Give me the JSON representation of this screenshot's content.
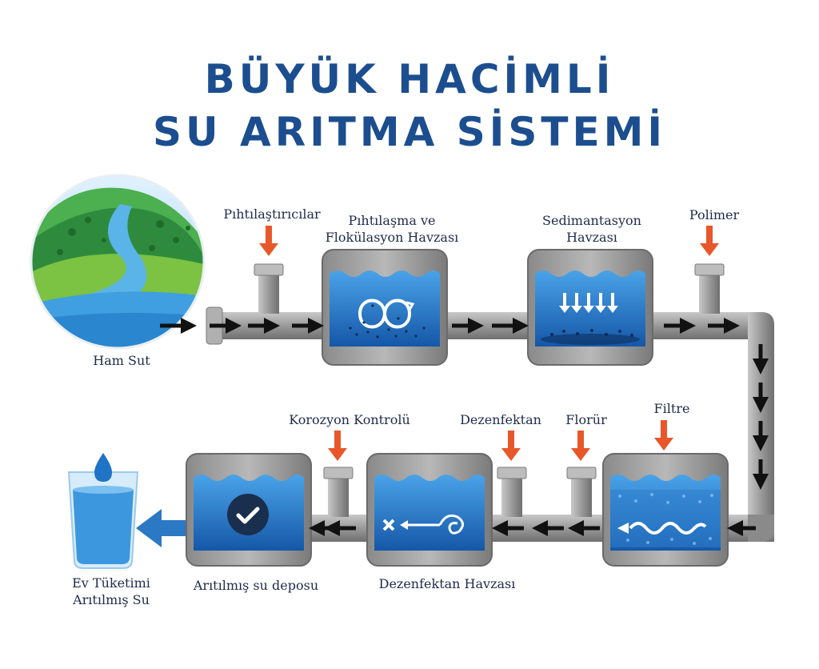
{
  "title": {
    "line1": "BÜYÜK HACİMLİ",
    "line2": "SU ARITMA SİSTEMİ"
  },
  "labels": {
    "raw_water": "Ham Sut",
    "coagulants": "Pıhtılaştırıcılar",
    "coag_floc_line1": "Pıhtılaşma ve",
    "coag_floc_line2": "Flokülasyon Havzası",
    "sedimentation_line1": "Sedimantasyon",
    "sedimentation_line2": "Havzası",
    "polymer": "Polimer",
    "filter": "Filtre",
    "fluoride": "Florür",
    "disinfectant": "Dezenfektan",
    "corrosion_control": "Korozyon Kontrolü",
    "disinfection_basin": "Dezenfektan Havzası",
    "treated_storage": "Arıtılmış su deposu",
    "consumer_line1": "Ev Tüketimi",
    "consumer_line2": "Arıtılmış Su"
  },
  "colors": {
    "title": "#1c4e8f",
    "pipe": "#9a9a9a",
    "pipe_dark": "#6f6f6f",
    "water": "#1e6fbf",
    "water_light": "#4aa3e8",
    "dosing_arrow": "#e8572a",
    "flow_arrow": "#111111",
    "output_arrow": "#2b78c4",
    "label": "#1d2b4a"
  },
  "icons": {
    "mixing": "infinity-swirl-icon",
    "settling": "down-arrows-icon",
    "filtration": "wave-arrow-icon",
    "disinfection": "x-arrow-spiral-icon",
    "storage": "check-circle-icon",
    "drop": "water-drop-icon"
  }
}
